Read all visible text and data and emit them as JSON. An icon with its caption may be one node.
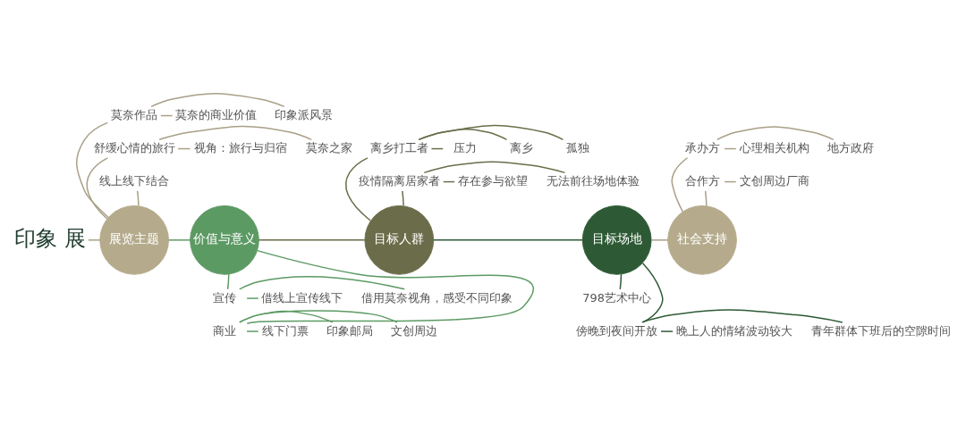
{
  "diagram": {
    "nodes": [
      {
        "text": [
          "印象 展"
        ]
      },
      {
        "text": [
          "展览主题"
        ]
      },
      {
        "text": [
          "莫奈作品"
        ]
      },
      {
        "text": [
          "印象派风景"
        ]
      },
      {
        "text": [
          "莫奈的商业价值"
        ]
      },
      {
        "text": [
          "舒缓心情的旅行"
        ]
      },
      {
        "text": [
          "莫奈之家"
        ]
      },
      {
        "text": [
          "视角：旅行与归宿"
        ]
      },
      {
        "text": [
          "线上线下结合"
        ]
      },
      {
        "text": [
          "价值与意义"
        ]
      },
      {
        "text": [
          "宣传"
        ]
      },
      {
        "text": [
          "借用莫奈视角，感受不同印象"
        ]
      },
      {
        "text": [
          "借线上宣传线下"
        ]
      },
      {
        "text": [
          "商业"
        ]
      },
      {
        "text": [
          "文创周边"
        ]
      },
      {
        "text": [
          "印象邮局"
        ]
      },
      {
        "text": [
          "线下门票"
        ]
      },
      {
        "text": [
          "目标人群"
        ]
      },
      {
        "text": [
          "离乡打工者"
        ]
      },
      {
        "text": [
          "孤独"
        ]
      },
      {
        "text": [
          "离乡"
        ]
      },
      {
        "text": [
          "压力"
        ]
      },
      {
        "text": [
          "疫情隔离居家者"
        ]
      },
      {
        "text": [
          "无法前往场地体验"
        ]
      },
      {
        "text": [
          "存在参与欲望"
        ]
      },
      {
        "text": [
          "目标场地"
        ]
      },
      {
        "text": [
          "798艺术中心"
        ]
      },
      {
        "text": [
          "傍晚到夜间开放"
        ]
      },
      {
        "text": [
          "青年群体下班后的空隙时间"
        ]
      },
      {
        "text": [
          "晚上人的情绪波动较大"
        ]
      },
      {
        "text": [
          "社会支持"
        ]
      },
      {
        "text": [
          "承办方"
        ]
      },
      {
        "text": [
          "地方政府"
        ]
      },
      {
        "text": [
          "心理相关机构"
        ]
      },
      {
        "text": [
          "合作方"
        ]
      },
      {
        "text": [
          "文创周边厂商"
        ]
      }
    ],
    "edges": [
      {
        "from": 0,
        "to": 1,
        "arrow": "none"
      },
      {
        "from": 1,
        "to": 9,
        "arrow": "none",
        "color": "#5c9a63"
      },
      {
        "from": 9,
        "to": 17,
        "arrow": "none",
        "color": "#6b6d4a"
      },
      {
        "from": 17,
        "to": 25,
        "arrow": "none",
        "color": "#2d5a34"
      },
      {
        "from": 25,
        "to": 30,
        "arrow": "none"
      },
      {
        "from": 1,
        "to": 2,
        "arrow": "none"
      },
      {
        "from": 2,
        "to": 3,
        "arrow": "none"
      },
      {
        "from": 2,
        "to": 4,
        "arrow": "none"
      },
      {
        "from": 1,
        "to": 5,
        "arrow": "none"
      },
      {
        "from": 5,
        "to": 6,
        "arrow": "none"
      },
      {
        "from": 5,
        "to": 7,
        "arrow": "none"
      },
      {
        "from": 1,
        "to": 8,
        "arrow": "none"
      },
      {
        "from": 9,
        "to": 10,
        "arrow": "none",
        "color": "#5c9a63"
      },
      {
        "from": 10,
        "to": 11,
        "arrow": "none",
        "color": "#5c9a63"
      },
      {
        "from": 10,
        "to": 12,
        "arrow": "none",
        "color": "#5c9a63"
      },
      {
        "from": 9,
        "to": 13,
        "arrow": "none",
        "color": "#5c9a63"
      },
      {
        "from": 13,
        "to": 14,
        "arrow": "none",
        "color": "#5c9a63"
      },
      {
        "from": 13,
        "to": 15,
        "arrow": "none",
        "color": "#5c9a63"
      },
      {
        "from": 13,
        "to": 16,
        "arrow": "none",
        "color": "#5c9a63"
      },
      {
        "from": 17,
        "to": 18,
        "arrow": "none",
        "color": "#6b6d4a"
      },
      {
        "from": 18,
        "to": 19,
        "arrow": "none",
        "color": "#6b6d4a"
      },
      {
        "from": 18,
        "to": 20,
        "arrow": "none",
        "color": "#6b6d4a"
      },
      {
        "from": 18,
        "to": 21,
        "arrow": "none",
        "color": "#6b6d4a"
      },
      {
        "from": 17,
        "to": 22,
        "arrow": "none",
        "color": "#6b6d4a"
      },
      {
        "from": 22,
        "to": 23,
        "arrow": "none",
        "color": "#6b6d4a"
      },
      {
        "from": 22,
        "to": 24,
        "arrow": "none",
        "color": "#6b6d4a"
      },
      {
        "from": 25,
        "to": 26,
        "arrow": "none",
        "color": "#2d5a34"
      },
      {
        "from": 25,
        "to": 27,
        "arrow": "none",
        "color": "#2d5a34"
      },
      {
        "from": 27,
        "to": 28,
        "arrow": "none",
        "color": "#2d5a34"
      },
      {
        "from": 27,
        "to": 29,
        "arrow": "none",
        "color": "#2d5a34"
      },
      {
        "from": 30,
        "to": 31,
        "arrow": "none"
      },
      {
        "from": 31,
        "to": 32,
        "arrow": "none"
      },
      {
        "from": 31,
        "to": 33,
        "arrow": "none"
      },
      {
        "from": 30,
        "to": 34,
        "arrow": "none"
      },
      {
        "from": 34,
        "to": 35,
        "arrow": "none"
      }
    ]
  }
}
